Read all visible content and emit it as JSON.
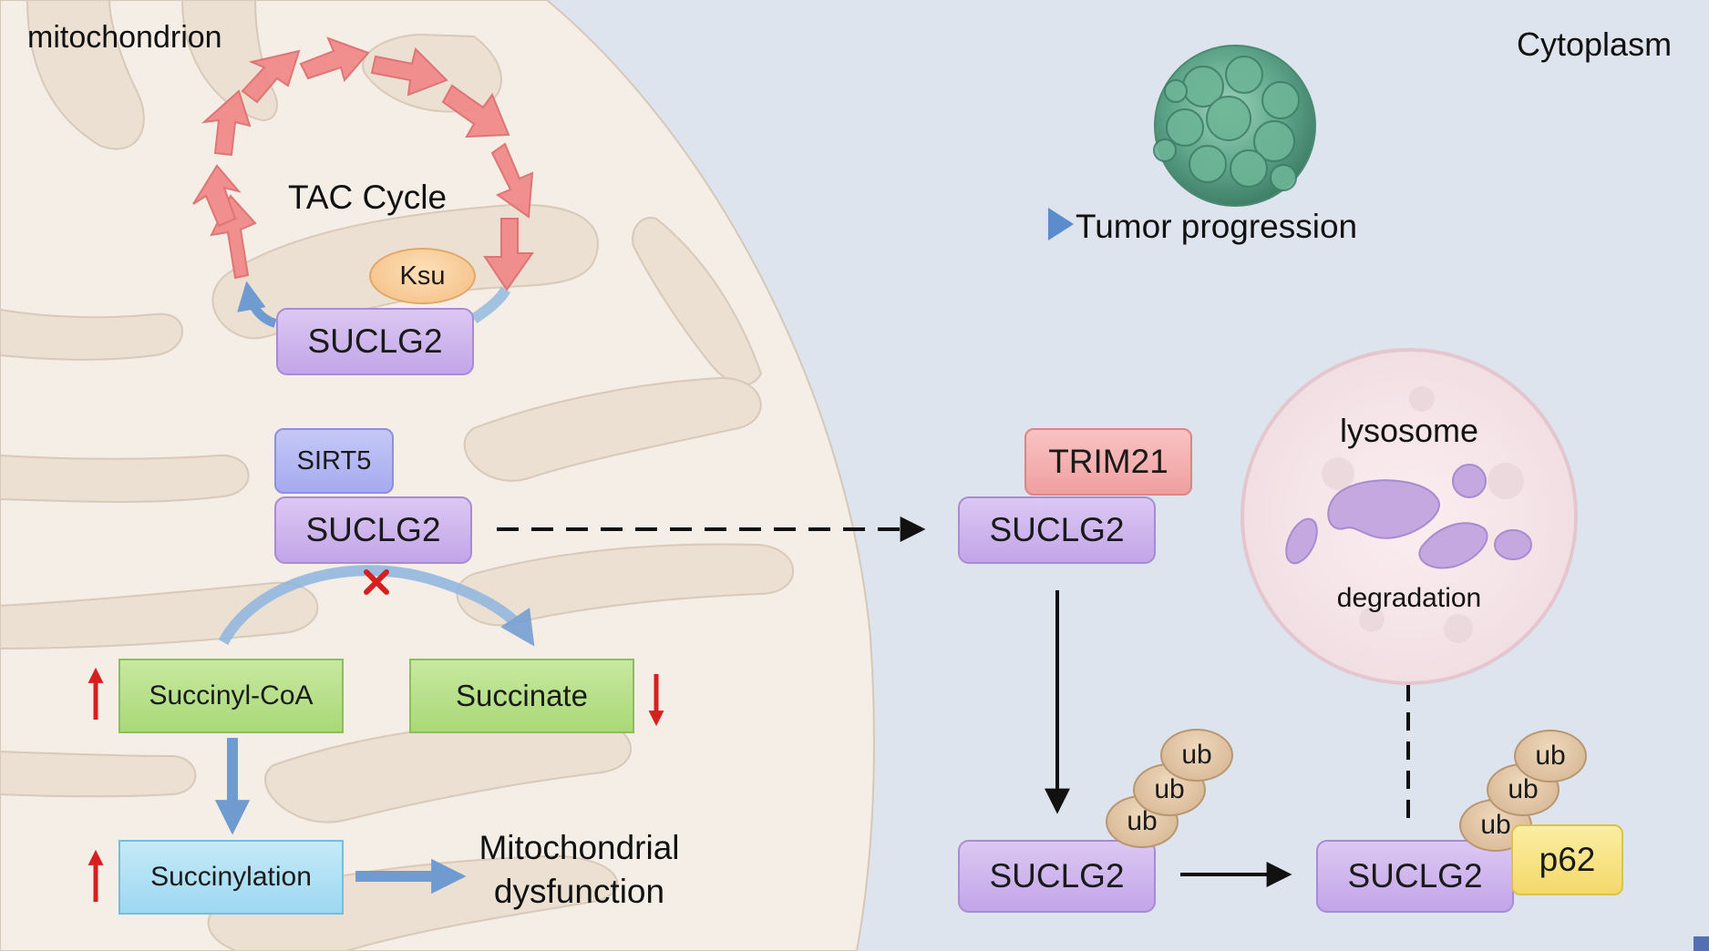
{
  "compartments": {
    "mitochondrion": "mitochondrion",
    "cytoplasm": "Cytoplasm"
  },
  "tca": {
    "label": "TAC Cycle",
    "ksu": "Ksu",
    "suclg2": "SUCLG2"
  },
  "tumor": {
    "label": "Tumor progression"
  },
  "sirt5_complex": {
    "sirt5": "SIRT5",
    "suclg2": "SUCLG2"
  },
  "metabolites": {
    "succinyl_coa": "Succinyl-CoA",
    "succinate": "Succinate",
    "succinylation": "Succinylation",
    "dysfunction_line1": "Mitochondrial",
    "dysfunction_line2": "dysfunction"
  },
  "cytoplasm_path": {
    "trim21": "TRIM21",
    "suclg2_trim": "SUCLG2",
    "suclg2_ub": "SUCLG2",
    "ub": "ub",
    "suclg2_p62": "SUCLG2",
    "p62": "p62",
    "lysosome": "lysosome",
    "degradation": "degradation"
  },
  "colors": {
    "cycle_arrow": "#f08a8a",
    "flow_arrow": "#6f9bd1",
    "up_arrow": "#d62020",
    "inhibit_mark": "#d62020",
    "mito_fill": "#f4eee6",
    "cristae_fill": "#ebe0d2",
    "cytoplasm_bg": "#dde4ee"
  }
}
